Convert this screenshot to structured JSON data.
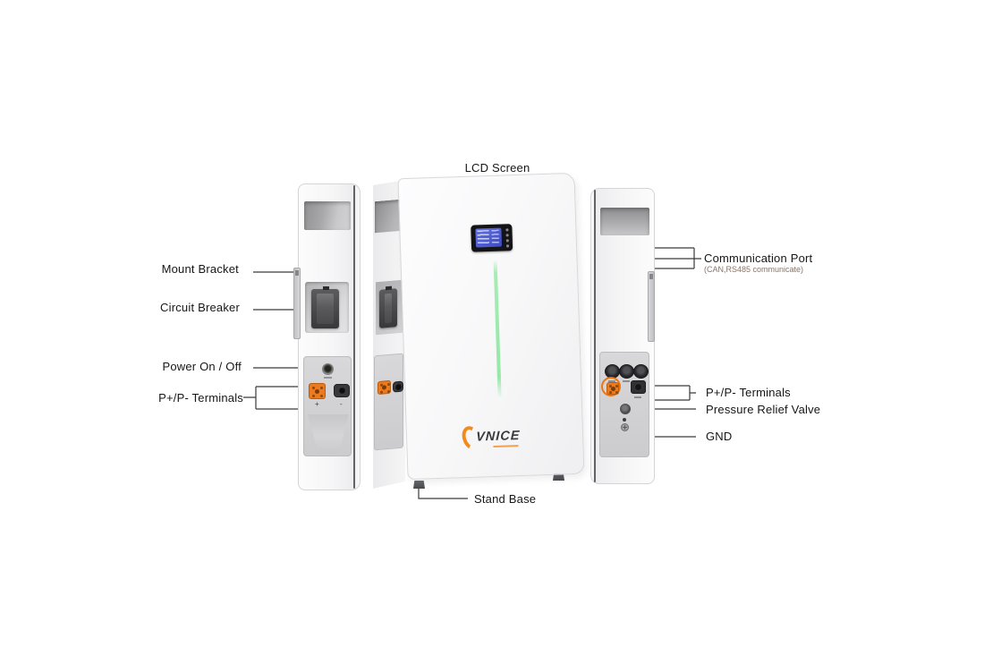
{
  "brand": {
    "logo": "VNICE"
  },
  "labels": {
    "lcd_screen": "LCD Screen",
    "mount_bracket": "Mount Bracket",
    "circuit_breaker": "Circuit Breaker",
    "power_on_off": "Power On / Off",
    "terminals_left": "P+/P- Terminals",
    "stand_base": "Stand Base",
    "communication_port": "Communication Port",
    "communication_port_note": "(CAN,RS485 communicate)",
    "terminals_right": "P+/P- Terminals",
    "pressure_relief_valve": "Pressure Relief Valve",
    "gnd": "GND"
  },
  "markings": {
    "positive": "+",
    "negative": "-"
  },
  "colors": {
    "accent_orange": "#ec7a1e",
    "led_green": "#9ce8ac",
    "lcd_blue": "#4f5ed2",
    "leader_line": "#3a3a3a",
    "label_text": "#161616",
    "note_text": "#8b7466"
  }
}
